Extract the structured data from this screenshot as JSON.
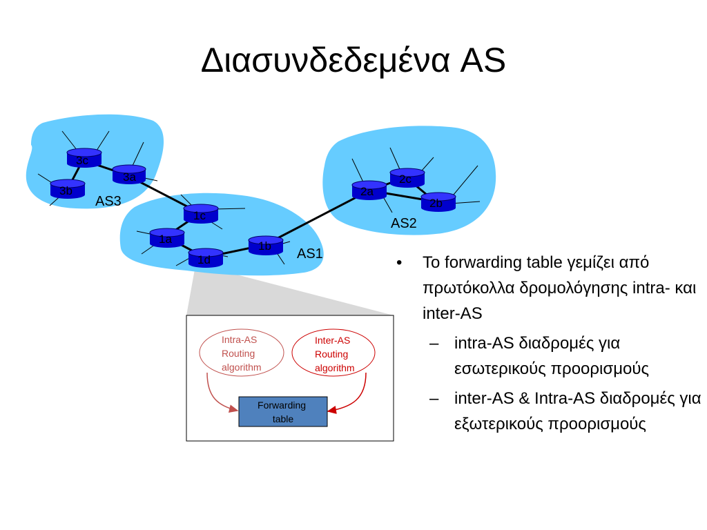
{
  "slide": {
    "title": "Διασυνδεδεμένα AS"
  },
  "colors": {
    "cloud": "#66ccff",
    "router": "#0000cc",
    "intra_text": "#c0504d",
    "inter_text": "#cc0000",
    "forwarding_box": "#4f81bd",
    "zoom": "#d9d9d9"
  },
  "network": {
    "as_labels": {
      "as1": "AS1",
      "as2": "AS2",
      "as3": "AS3"
    },
    "routers": {
      "r1a": "1a",
      "r1b": "1b",
      "r1c": "1c",
      "r1d": "1d",
      "r2a": "2a",
      "r2b": "2b",
      "r2c": "2c",
      "r3a": "3a",
      "r3b": "3b",
      "r3c": "3c"
    }
  },
  "inset": {
    "intra": [
      "Intra-AS",
      "Routing",
      "algorithm"
    ],
    "inter": [
      "Inter-AS",
      "Routing",
      "algorithm"
    ],
    "forwarding": [
      "Forwarding",
      "table"
    ]
  },
  "bullets": {
    "main": "Το forwarding table γεμίζει από πρωτόκολλα δρομολόγησης intra- και inter-AS",
    "sub1": "intra-AS διαδρομές για εσωτερικούς προορισμούς",
    "sub2": "inter-AS & Intra-AS διαδρομές για εξωτερικούς προορισμούς"
  }
}
